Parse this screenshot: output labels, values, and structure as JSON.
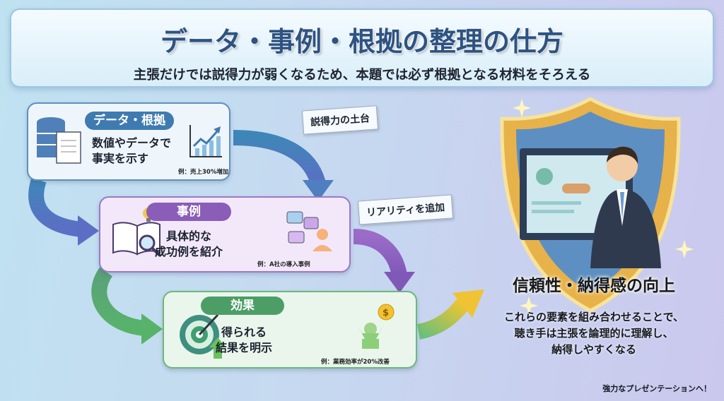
{
  "header": {
    "title": "データ・事例・根拠の整理の仕方",
    "subtitle": "主張だけでは説得力が弱くなるため、本題では必ず根拠となる材料をそろえる"
  },
  "cards": [
    {
      "label": "データ・根拠",
      "lines": [
        "数値やデータで",
        "事実を示す"
      ],
      "example": "例：売上30%増加",
      "color": "#3f7bb0"
    },
    {
      "label": "事例",
      "lines": [
        "具体的な",
        "成功例を紹介"
      ],
      "example": "例：A社の導入事例",
      "color": "#8a5db8"
    },
    {
      "label": "効果",
      "lines": [
        "得られる",
        "結果を明示"
      ],
      "example": "例：業務効率が20%改善",
      "color": "#4d9e66"
    }
  ],
  "callouts": [
    "説得力の土台",
    "リアリティを追加"
  ],
  "result": {
    "title": "信頼性・納得感の向上",
    "lines": [
      "これらの要素を組み合わせることで、",
      "聴き手は主張を論理的に理解し、",
      "納得しやすくなる"
    ]
  },
  "footer": "強力なプレゼンテーションへ！"
}
